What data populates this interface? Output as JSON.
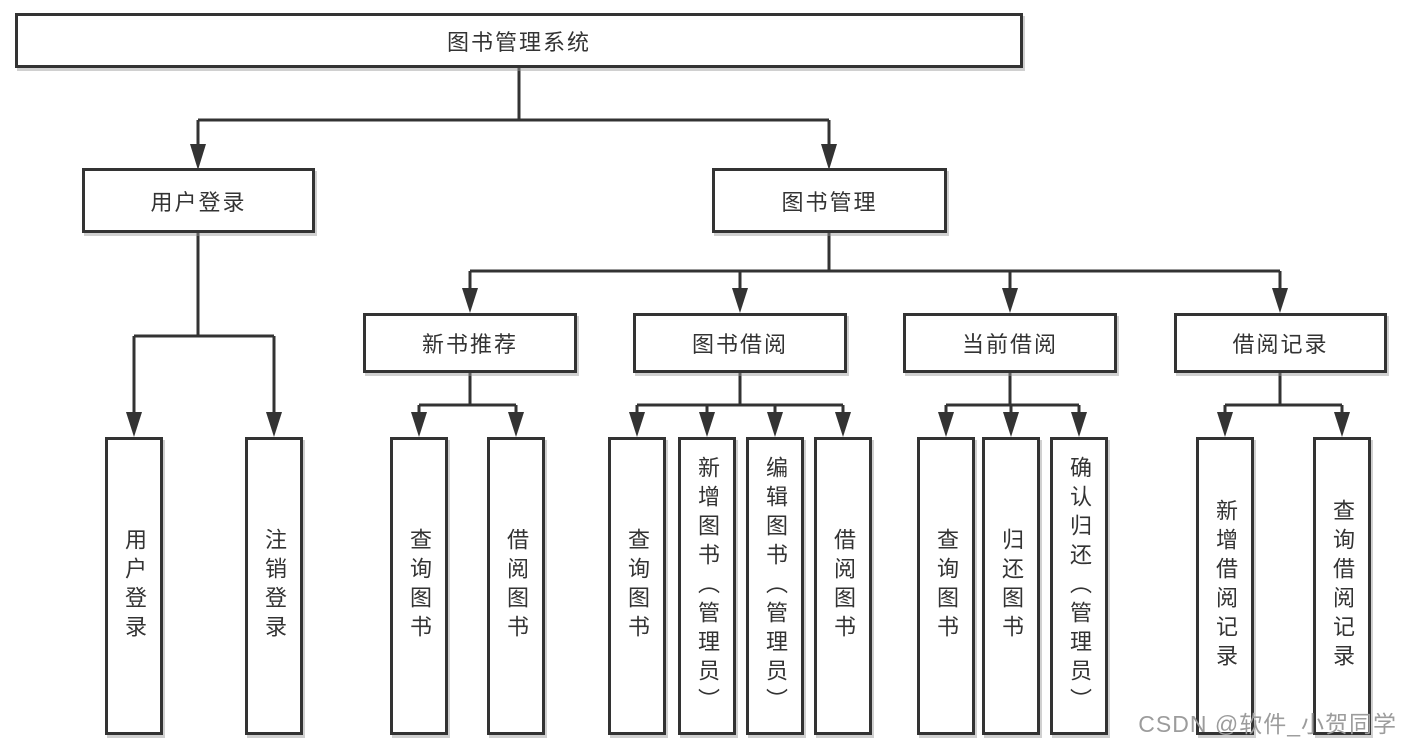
{
  "nodes": {
    "root": "图书管理系统",
    "level2": [
      {
        "id": "user-login",
        "label": "用户登录"
      },
      {
        "id": "book-management",
        "label": "图书管理"
      }
    ],
    "level3": [
      {
        "id": "new-book-recommend",
        "label": "新书推荐",
        "parent": "图书管理"
      },
      {
        "id": "book-borrow",
        "label": "图书借阅",
        "parent": "图书管理"
      },
      {
        "id": "current-borrow",
        "label": "当前借阅",
        "parent": "图书管理"
      },
      {
        "id": "borrow-records",
        "label": "借阅记录",
        "parent": "图书管理"
      }
    ],
    "leaves": [
      {
        "id": "user-login-leaf",
        "label": "用户登录",
        "parent": "用户登录"
      },
      {
        "id": "logout",
        "label": "注销登录",
        "parent": "用户登录"
      },
      {
        "id": "query-books-recommend",
        "label": "查询图书",
        "parent": "新书推荐"
      },
      {
        "id": "borrow-books-recommend",
        "label": "借阅图书",
        "parent": "新书推荐"
      },
      {
        "id": "query-books-borrow",
        "label": "查询图书",
        "parent": "图书借阅"
      },
      {
        "id": "add-books-admin",
        "label": "新增图书（管理员）",
        "parent": "图书借阅"
      },
      {
        "id": "edit-books-admin",
        "label": "编辑图书（管理员）",
        "parent": "图书借阅"
      },
      {
        "id": "borrow-books",
        "label": "借阅图书",
        "parent": "图书借阅"
      },
      {
        "id": "query-books-current",
        "label": "查询图书",
        "parent": "当前借阅"
      },
      {
        "id": "return-books",
        "label": "归还图书",
        "parent": "当前借阅"
      },
      {
        "id": "confirm-return-admin",
        "label": "确认归还（管理员）",
        "parent": "当前借阅"
      },
      {
        "id": "add-borrow-record",
        "label": "新增借阅记录",
        "parent": "借阅记录"
      },
      {
        "id": "query-borrow-record",
        "label": "查询借阅记录",
        "parent": "借阅记录"
      }
    ]
  },
  "watermark": "CSDN @软件_小贺同学",
  "colors": {
    "line": "#333333",
    "text": "#333333",
    "watermark": "#9c9c9c",
    "background": "#ffffff"
  }
}
